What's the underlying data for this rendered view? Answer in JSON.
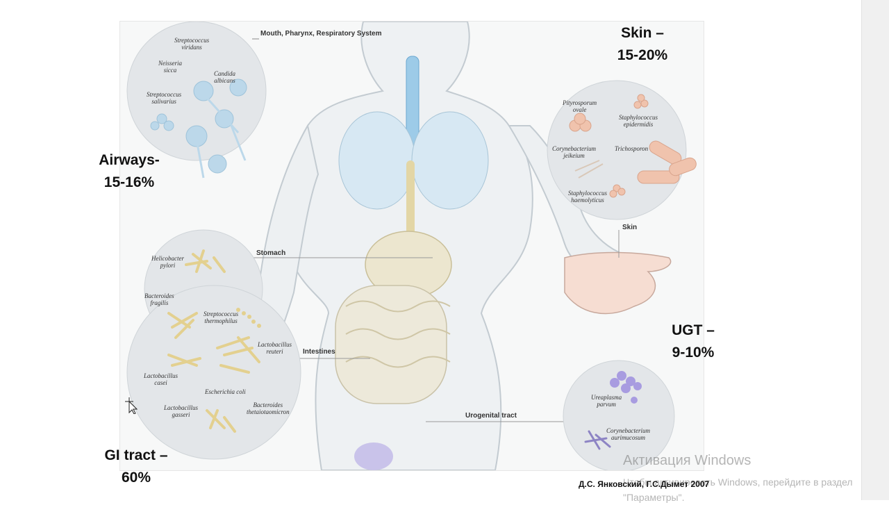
{
  "region_labels": {
    "skin": {
      "line1": "Skin –",
      "line2": "15-20%"
    },
    "airways": {
      "line1": "Airways-",
      "line2": "15-16%"
    },
    "ugt": {
      "line1": "UGT –",
      "line2": "9-10%"
    },
    "gi": {
      "line1": "GI tract –",
      "line2": "60%"
    }
  },
  "callouts": {
    "mouth": "Mouth, Pharynx, Respiratory System",
    "stomach": "Stomach",
    "intestines": "Intestines",
    "skin": "Skin",
    "urogenital": "Urogenital tract"
  },
  "organisms": {
    "respiratory": [
      {
        "line1": "Streptococcus",
        "line2": "viridans"
      },
      {
        "line1": "Neisseria",
        "line2": "sicca"
      },
      {
        "line1": "Candida",
        "line2": "albicans"
      },
      {
        "line1": "Streptococcus",
        "line2": "salivarius"
      }
    ],
    "skin": [
      {
        "line1": "Pityrosporum",
        "line2": "ovale"
      },
      {
        "line1": "Staphylococcus",
        "line2": "epidermidis"
      },
      {
        "line1": "Corynebacterium",
        "line2": "jeikeium"
      },
      {
        "line1": "Trichosporon",
        "line2": ""
      },
      {
        "line1": "Staphylococcus",
        "line2": "haemolyticus"
      }
    ],
    "gi": [
      {
        "line1": "Helicobacter",
        "line2": "pylori"
      },
      {
        "line1": "Bacteroides",
        "line2": "fragilis"
      },
      {
        "line1": "Streptococcus",
        "line2": "thermophilus"
      },
      {
        "line1": "Lactobacillus",
        "line2": "reuteri"
      },
      {
        "line1": "Lactobacillus",
        "line2": "casei"
      },
      {
        "line1": "Escherichia coli",
        "line2": ""
      },
      {
        "line1": "Lactobacillus",
        "line2": "gasseri"
      },
      {
        "line1": "Bacteroides",
        "line2": "thetaiotaomicron"
      }
    ],
    "urogenital": [
      {
        "line1": "Ureaplasma",
        "line2": "parvum"
      },
      {
        "line1": "Corynebacterium",
        "line2": "aurimucosum"
      }
    ]
  },
  "credit": "Д.С. Янковский, Г.С.Дымет 2007",
  "watermark": {
    "title": "Активация Windows",
    "line1": "Чтобы активировать Windows, перейдите в раздел",
    "line2": "\"Параметры\"."
  },
  "colors": {
    "body_outline": "#b9c2c8",
    "airways": "#8fc1e3",
    "gut": "#ece6cf",
    "skin_bacteria": "#f0c3ad",
    "gi_bacteria": "#e3d08f",
    "ugt_bacteria": "#a89ce0",
    "circle_fill": "#e3e6e9"
  }
}
